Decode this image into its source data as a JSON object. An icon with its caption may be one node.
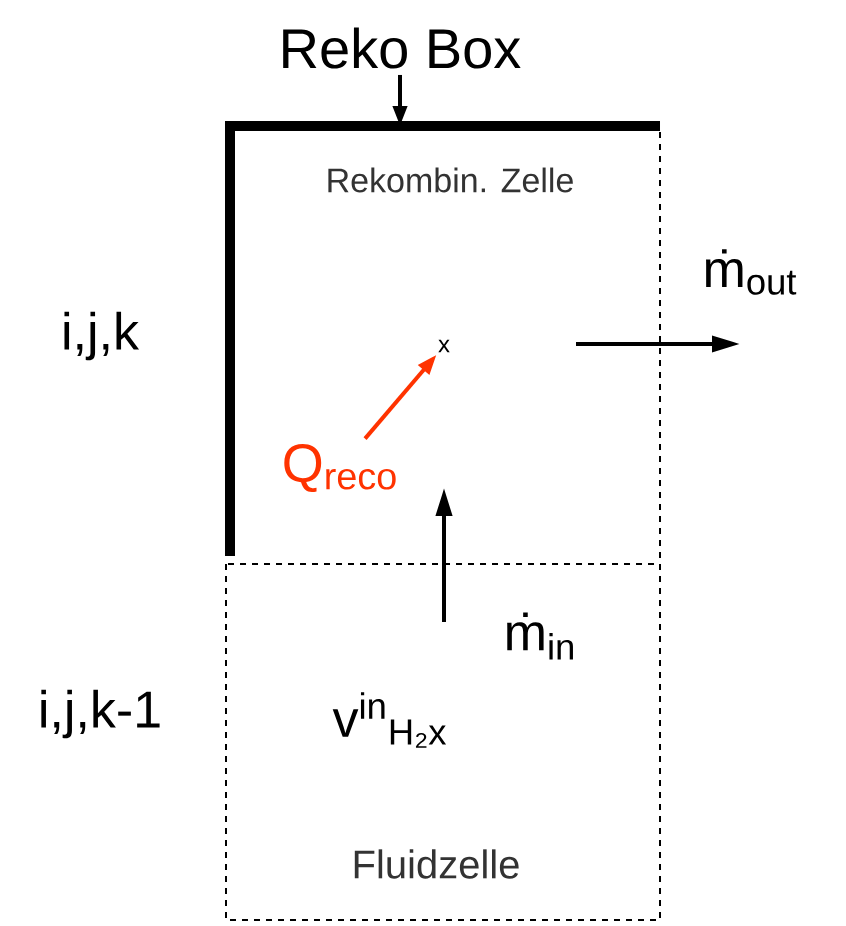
{
  "diagram": {
    "nodes": [
      {
        "text": [
          "Rekombin. Zelle"
        ]
      },
      {
        "text": [
          "Fluidzelle"
        ]
      },
      {
        "text": [
          "Reko Box"
        ]
      },
      {
        "text": [
          "Q$_{reco}$"
        ],
        "in": 0
      },
      {
        "text": [
          "x"
        ],
        "in": 0
      }
    ],
    "edges": [
      {
        "from": 2,
        "to": 0,
        "arrow": "to"
      },
      {
        "from": 3,
        "to": 4,
        "arrow": "to",
        "color": "#ff3300"
      }
    ],
    "labels": [
      "i,j,k",
      "ṁ$_{out}$",
      "ṁ$_{in}$",
      "i,j,k-1",
      "v$^{in}$$_{H₂x}$"
    ]
  }
}
